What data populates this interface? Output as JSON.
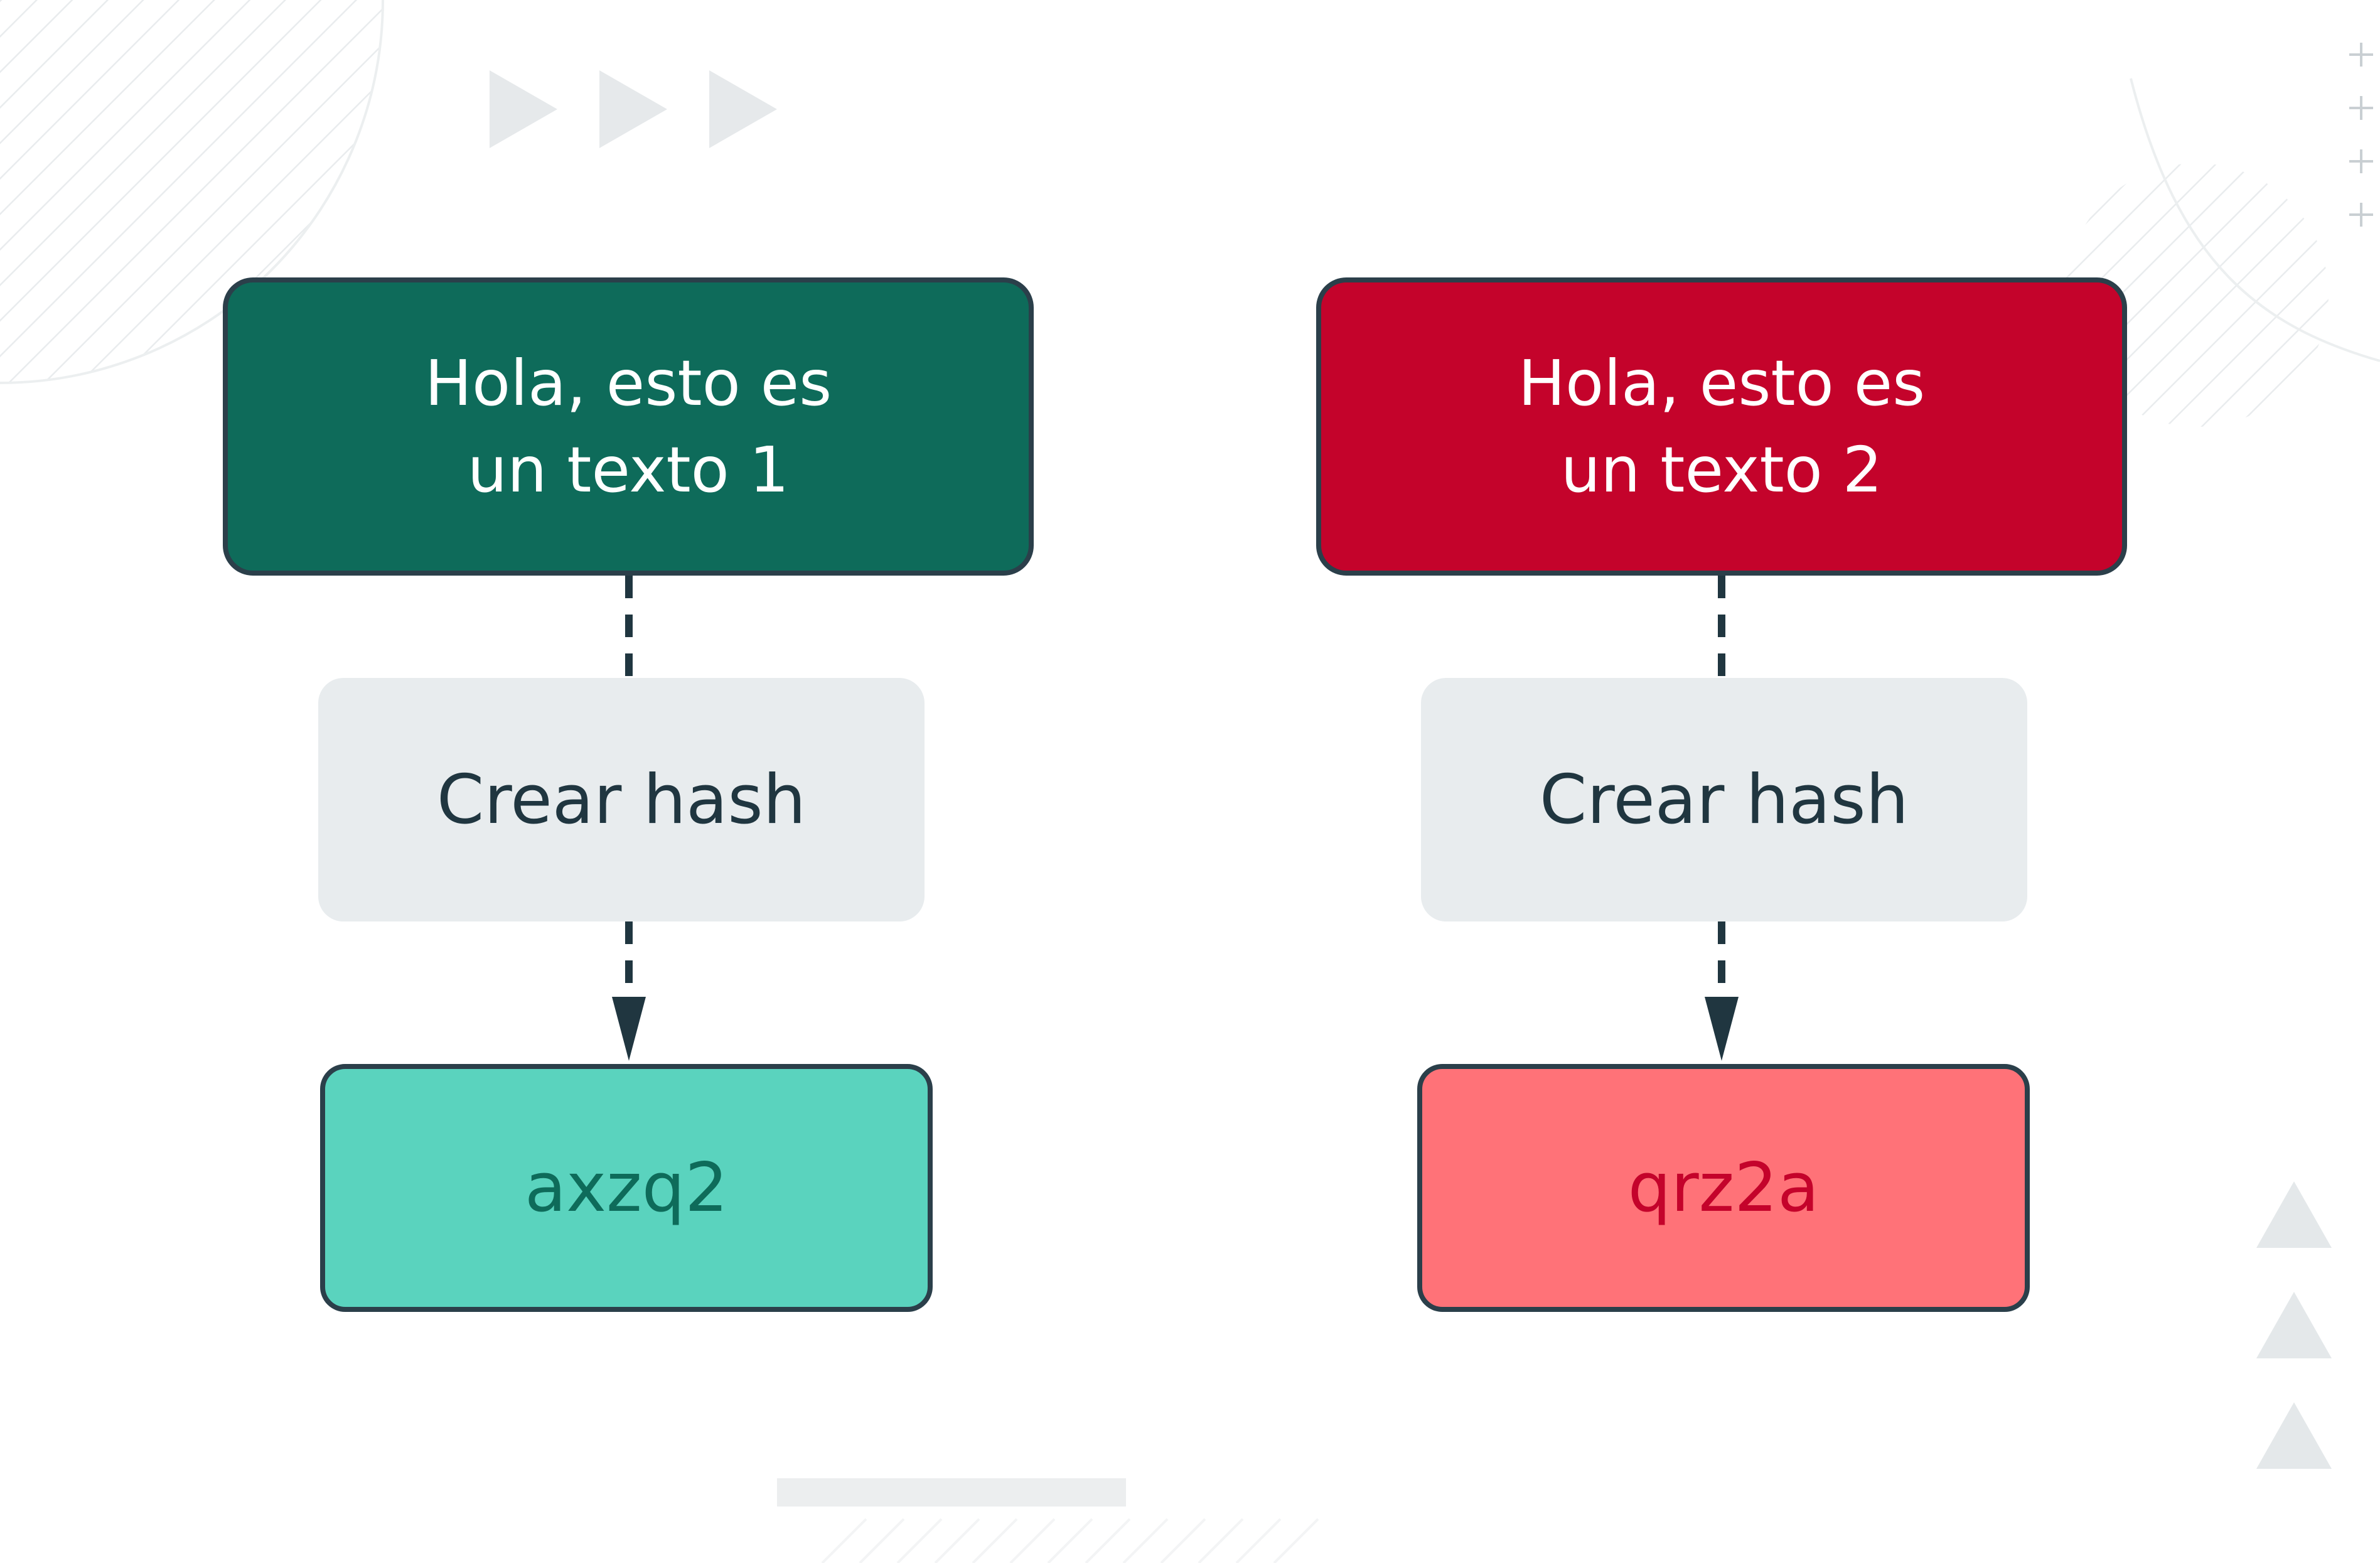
{
  "colors": {
    "input_1_fill": "#0e6b5a",
    "input_2_fill": "#c4032b",
    "process_fill": "#e8ecee",
    "output_1_fill": "#5ad3be",
    "output_1_text": "#0e6b5a",
    "output_2_fill": "#ff7278",
    "output_2_text": "#c4032b",
    "outline": "#2b3f4a",
    "connector": "#203640"
  },
  "flows": [
    {
      "input": {
        "line1": "Hola, esto es",
        "line2": "un texto 1"
      },
      "process": {
        "label": "Crear hash"
      },
      "output": {
        "label": "axzq2"
      }
    },
    {
      "input": {
        "line1": "Hola, esto es",
        "line2": "un texto 2"
      },
      "process": {
        "label": "Crear hash"
      },
      "output": {
        "label": "qrz2a"
      }
    }
  ]
}
